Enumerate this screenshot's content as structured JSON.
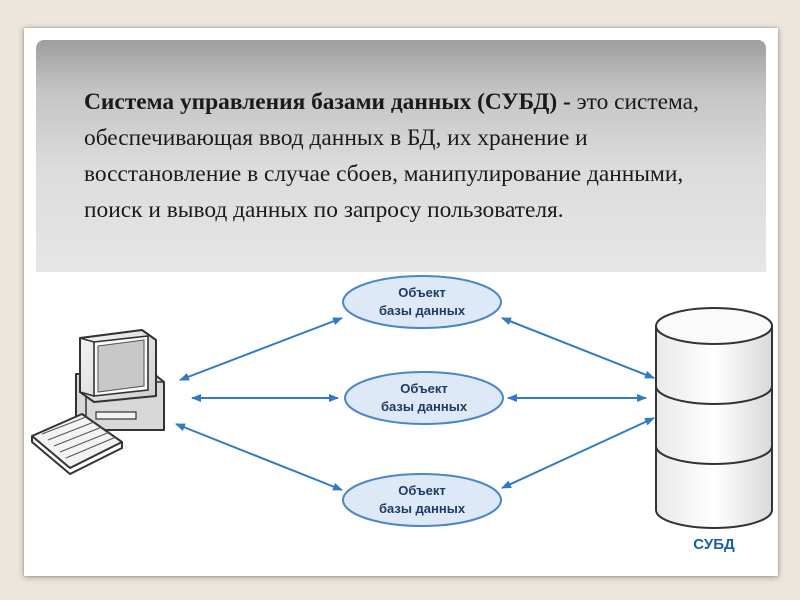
{
  "definition": {
    "term": "Система управления базами данных (СУБД) -",
    "body": " это система, обеспечивающая ввод данных в БД, их хранение и восстановление в случае сбоев, манипулирование данными, поиск и вывод данных по запросу пользователя."
  },
  "diagram": {
    "objects": [
      {
        "line1": "Объект",
        "line2": "базы данных"
      },
      {
        "line1": "Объект",
        "line2": "базы данных"
      },
      {
        "line1": "Объект",
        "line2": "базы данных"
      }
    ],
    "db_label": "СУБД",
    "colors": {
      "arrow": "#2f7cc4",
      "ellipse_fill": "#dde9f6",
      "ellipse_stroke": "#4a86c8",
      "db_label": "#1b5ea8"
    },
    "icons": [
      "computer-icon",
      "keyboard-icon",
      "database-cylinder-icon"
    ]
  }
}
